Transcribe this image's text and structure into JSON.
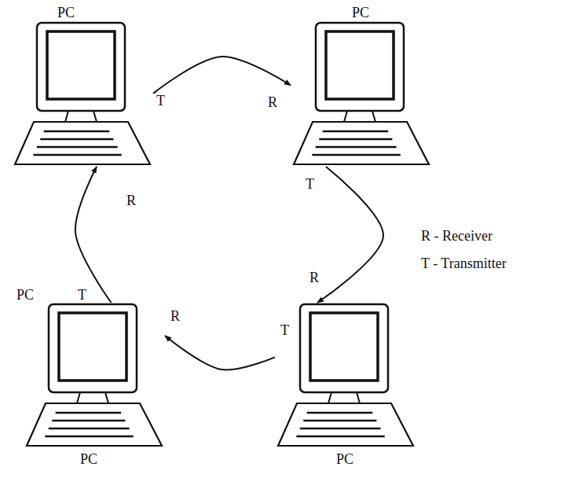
{
  "diagram": {
    "nodes": [
      {
        "text": [
          "PC"
        ]
      },
      {
        "text": [
          "PC"
        ]
      },
      {
        "text": [
          "PC"
        ]
      },
      {
        "text": [
          "PC"
        ]
      }
    ],
    "edges": [
      {
        "from": 0,
        "to": 1,
        "arrow": "to"
      },
      {
        "from": 1,
        "to": 3,
        "arrow": "to"
      },
      {
        "from": 3,
        "to": 2,
        "arrow": "to"
      },
      {
        "from": 2,
        "to": 0,
        "arrow": "to"
      }
    ],
    "labels": [
      "T",
      "R",
      "T",
      "R",
      "R - Receiver",
      "T - Transmitter",
      "R",
      "PC",
      "T",
      "R",
      "T"
    ]
  }
}
